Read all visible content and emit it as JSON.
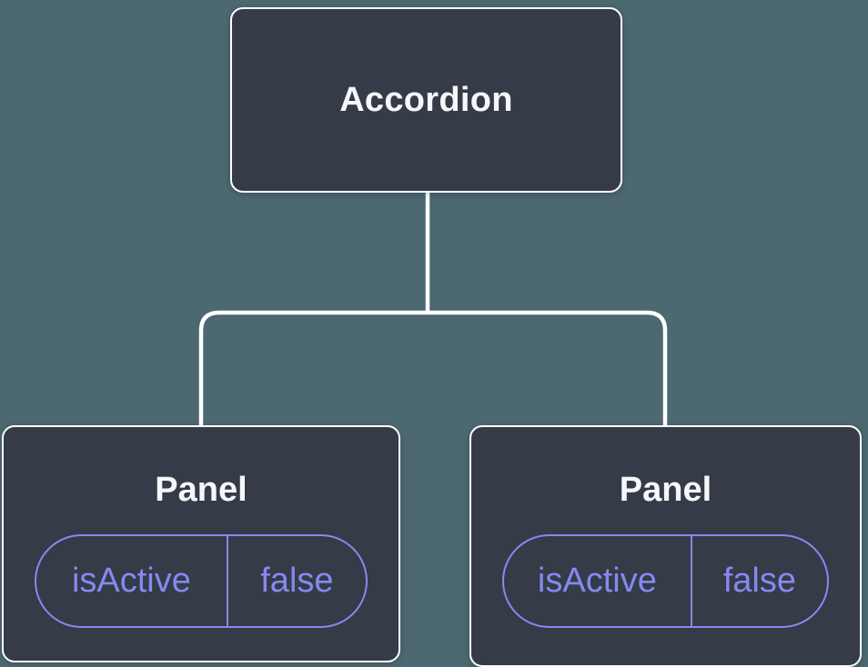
{
  "diagram": {
    "type": "component-tree",
    "colors": {
      "background": "#4C6870",
      "node_fill": "#353B47",
      "node_border": "#FFFFFF",
      "connector": "#FFFFFF",
      "state_accent": "#8689F0",
      "label_text": "#F6F7F9"
    },
    "root": {
      "label": "Accordion"
    },
    "panels": [
      {
        "label": "Panel",
        "state": {
          "name": "isActive",
          "value": "false"
        }
      },
      {
        "label": "Panel",
        "state": {
          "name": "isActive",
          "value": "false"
        }
      }
    ]
  }
}
